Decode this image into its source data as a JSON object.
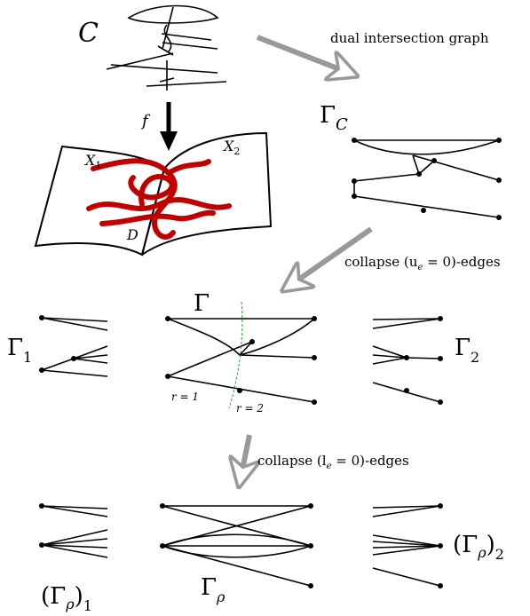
{
  "labels": {
    "curve": "C",
    "map": "f",
    "component_left": "X",
    "component_left_sub": "1",
    "component_right": "X",
    "component_right_sub": "2",
    "divisor": "D",
    "graph_c": "Γ",
    "graph_c_sub": "C",
    "graph": "Γ",
    "graph_1": "Γ",
    "graph_1_sub": "1",
    "graph_2": "Γ",
    "graph_2_sub": "2",
    "graph_rho": "Γ",
    "graph_rho_sub": "ρ",
    "graph_rho_1": "(Γ",
    "graph_rho_1_mid": "ρ",
    "graph_rho_1_end": ")",
    "graph_rho_1_sub": "1",
    "graph_rho_2": "(Γ",
    "graph_rho_2_mid": "ρ",
    "graph_rho_2_end": ")",
    "graph_rho_2_sub": "2",
    "r1": "r = 1",
    "r2": "r = 2"
  },
  "captions": {
    "step1": "dual intersection graph",
    "step2": "collapse (u",
    "step2_sub": "e",
    "step2_end": " = 0)-edges",
    "step3": "collapse (l",
    "step3_sub": "e",
    "step3_end": " = 0)-edges"
  },
  "colors": {
    "curve": "#c00000",
    "separator": "#2aa02a",
    "arrow_gray": "#999999"
  }
}
